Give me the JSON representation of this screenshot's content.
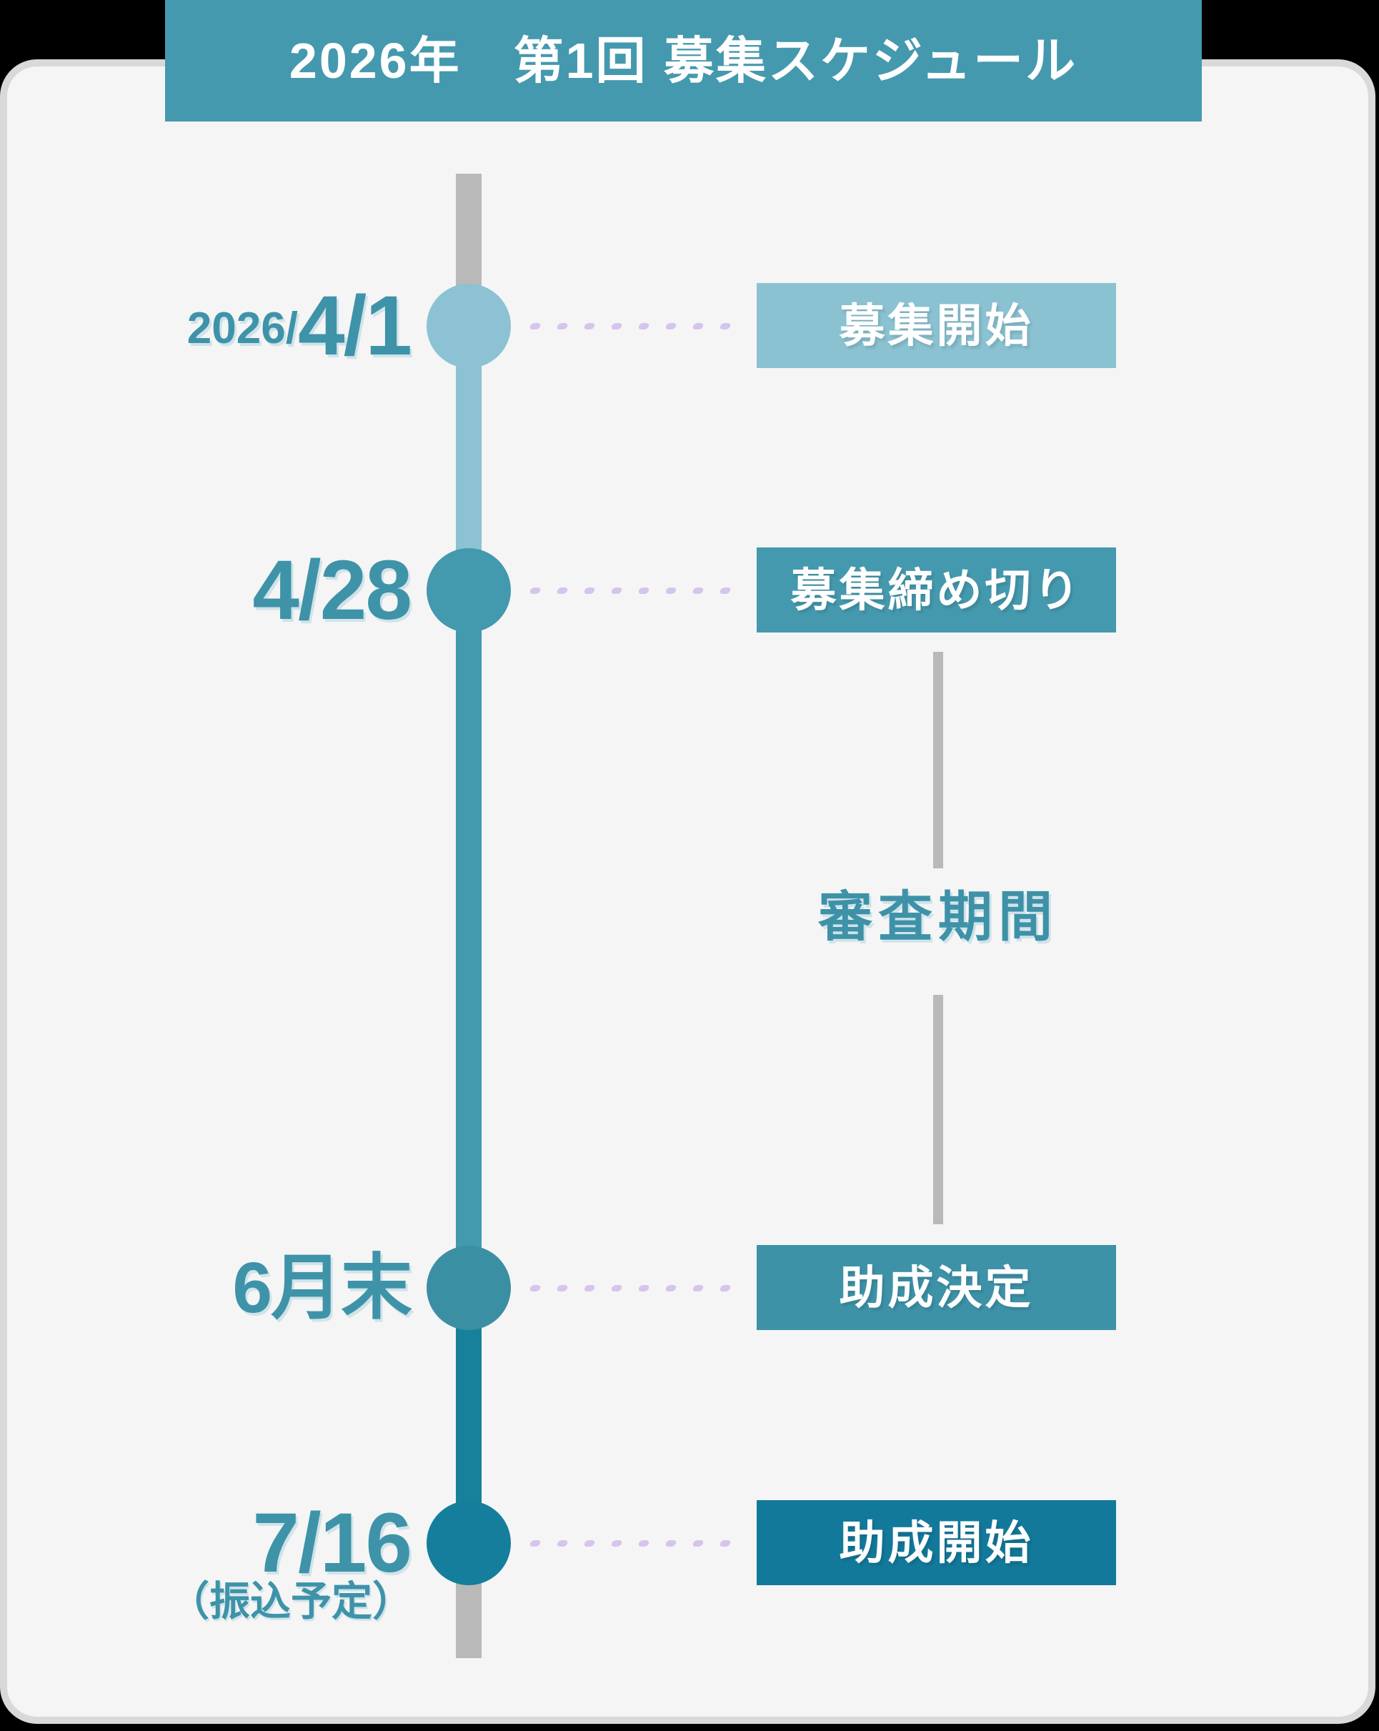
{
  "header": {
    "title": "2026年　第1回 募集スケジュール",
    "bg_color": "#4599ae",
    "text_color": "#ffffff"
  },
  "card": {
    "bg_color": "#f5f5f5",
    "border_color": "#d9d9d9"
  },
  "timeline": {
    "rail_color": "#b9b9b9",
    "dot_color": "#d5c5ec",
    "date_text_color": "#3e93a9",
    "dashes_per_connector": 8,
    "segments": [
      {
        "name": "segment-after-node-1",
        "color": "#8cc2d3"
      },
      {
        "name": "segment-after-node-2",
        "color": "#4399ae"
      },
      {
        "name": "segment-after-node-3",
        "color": "#17809b"
      }
    ]
  },
  "milestones": [
    {
      "date_prefix": "2026/",
      "date": "4/1",
      "label": "募集開始",
      "circle_color": "#8cc2d3",
      "box_color": "#8ac2d2"
    },
    {
      "date_prefix": "",
      "date": "4/28",
      "label": "募集締め切り",
      "circle_color": "#4399ae",
      "box_color": "#4599ae"
    },
    {
      "date_prefix": "",
      "date": "6月末",
      "label": "助成決定",
      "circle_color": "#3b8fa3",
      "box_color": "#3e92a8"
    },
    {
      "date_prefix": "",
      "date": "7/16",
      "date_note": "（振込予定）",
      "label": "助成開始",
      "circle_color": "#157e9c",
      "box_color": "#13799a"
    }
  ],
  "review": {
    "label": "審査期間",
    "color": "#3e92a8",
    "line_color": "#b9b9b9"
  }
}
